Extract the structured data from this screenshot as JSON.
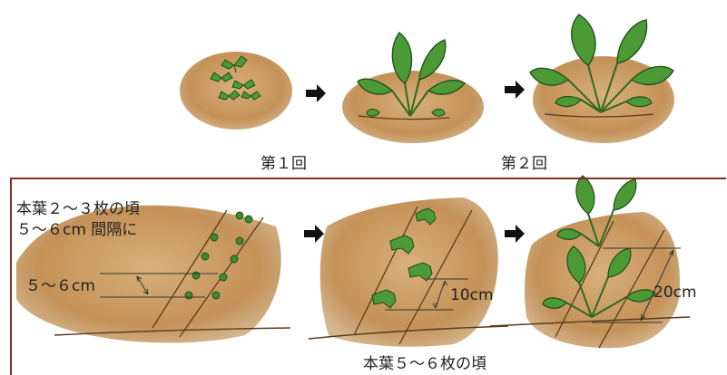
{
  "top_row": {
    "label_first": "第１回",
    "label_second": "第２回"
  },
  "bottom_row": {
    "note_line1": "本葉２～３枚の頃",
    "note_line2": "５～６cm 間隔に",
    "spacing_small": "５～６cm",
    "spacing_mid": "10cm",
    "spacing_large": "20cm",
    "caption": "本葉５～６枚の頃"
  },
  "colors": {
    "soil": "#c89a63",
    "soil_dark": "#a97a48",
    "leaf": "#3f8a2e",
    "leaf_dark": "#2d6a22",
    "frame": "#8a2a1e",
    "arrow": "#111111"
  }
}
